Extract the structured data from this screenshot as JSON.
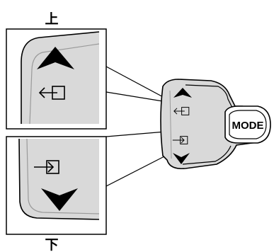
{
  "labels": {
    "top": "上",
    "bottom": "下",
    "mode_button": "MODE"
  },
  "icons": [
    "up-arrow-icon",
    "down-arrow-icon",
    "exit-arrow-icon",
    "enter-arrow-icon"
  ],
  "colors": {
    "panel_fill": "#d9d9d9",
    "panel_shade": "#bdbdbd",
    "line": "#000000",
    "background": "#ffffff"
  }
}
